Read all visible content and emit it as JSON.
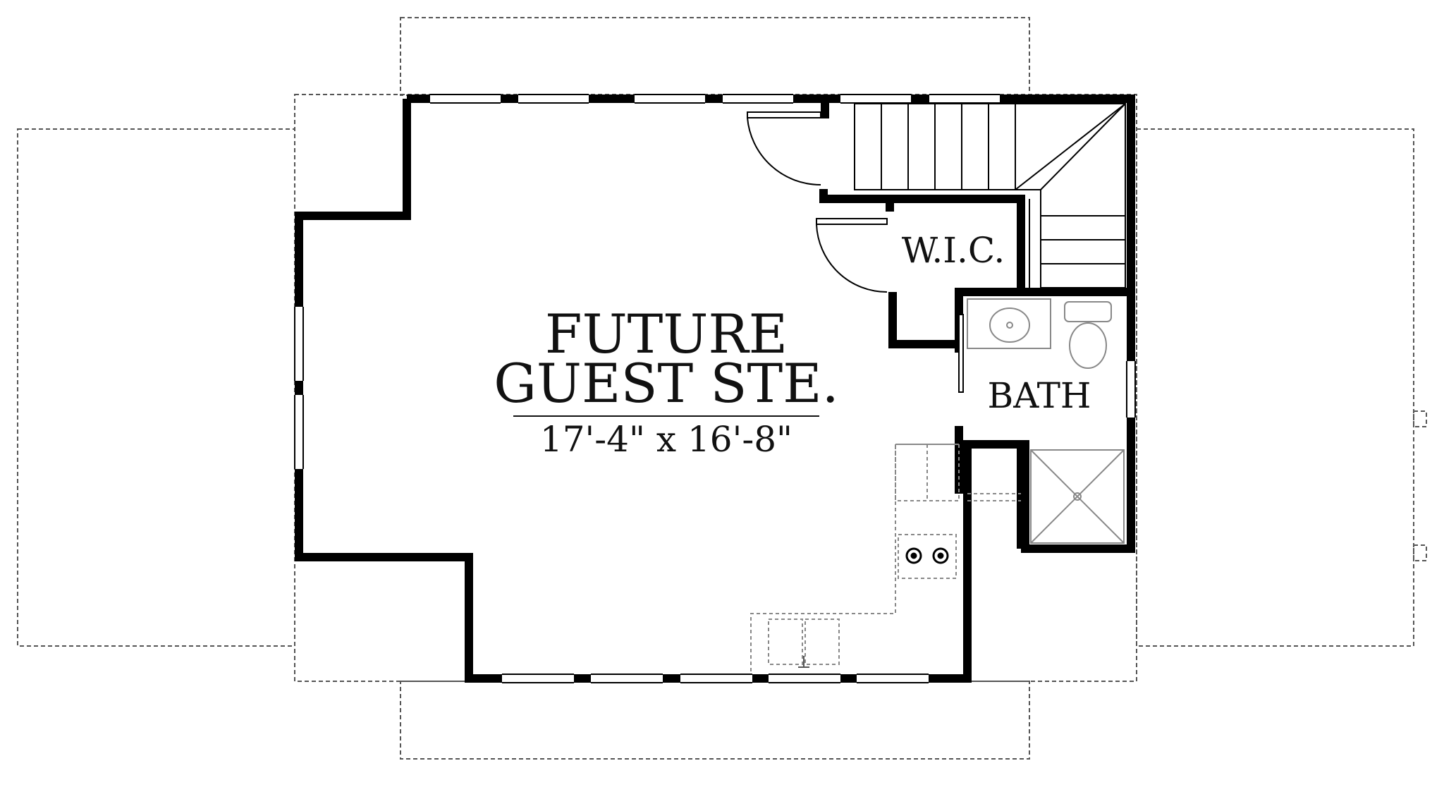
{
  "rooms": {
    "guest_suite": {
      "name_line1": "FUTURE",
      "name_line2": "GUEST STE.",
      "dimensions": "17'-4\" x 16'-8\""
    },
    "closet": {
      "name": "W.I.C."
    },
    "bath": {
      "name": "BATH"
    }
  },
  "colors": {
    "wall": "#000000",
    "ink": "#111111",
    "dashed_outline": "#555555",
    "fixture_line": "#888888",
    "background": "#ffffff"
  }
}
